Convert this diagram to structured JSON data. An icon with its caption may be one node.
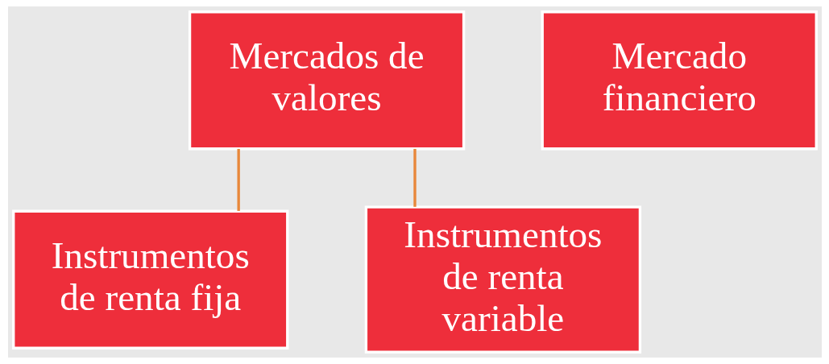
{
  "diagram": {
    "nodes": [
      {
        "text": [
          "Mercados de valores"
        ]
      },
      {
        "text": [
          "Mercado financiero"
        ]
      },
      {
        "text": [
          "Instrumentos de renta fija"
        ]
      },
      {
        "text": [
          "Instrumentos de renta variable"
        ]
      }
    ],
    "edges": [
      {
        "from": 0,
        "to": 2,
        "arrow": "none"
      },
      {
        "from": 0,
        "to": 3,
        "arrow": "none"
      }
    ]
  }
}
